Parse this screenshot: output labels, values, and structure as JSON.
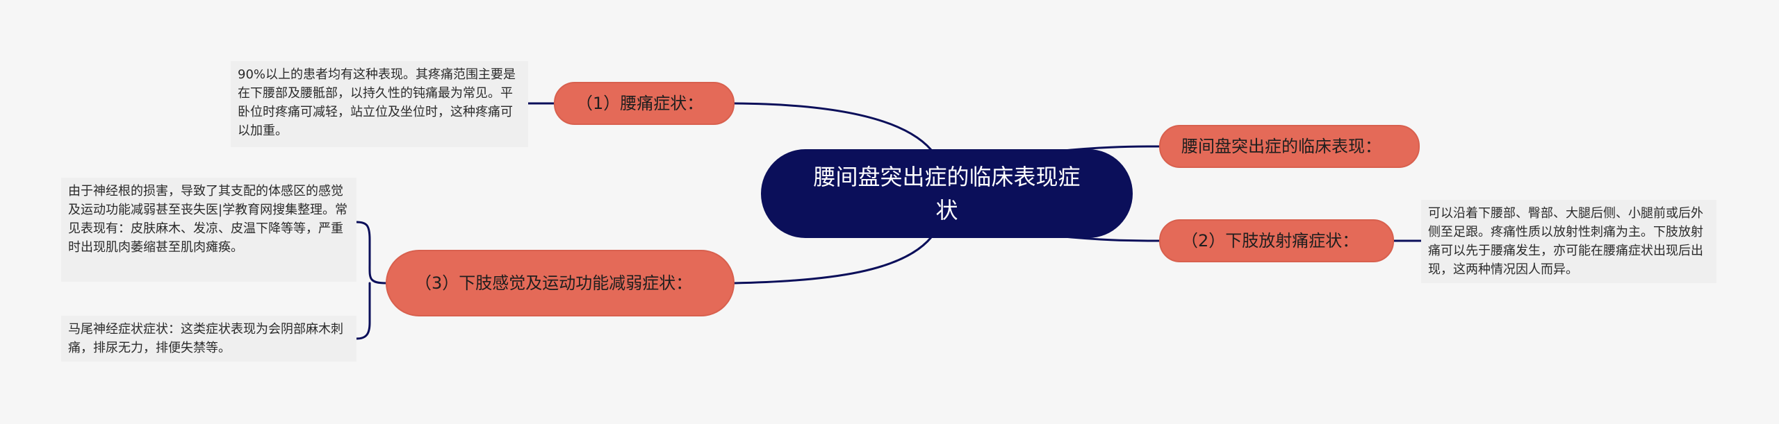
{
  "colors": {
    "background": "#f6f6f6",
    "root_fill": "#0b0f5a",
    "branch_fill": "#e46a58",
    "leaf_fill": "#efefef",
    "connector": "#0b0f5a"
  },
  "root": {
    "label": "腰间盘突出症的临床表现症状"
  },
  "branches": {
    "clinical": {
      "label": "腰间盘突出症的临床表现："
    },
    "pain": {
      "label": "（1）腰痛症状：",
      "detail": "90%以上的患者均有这种表现。其疼痛范围主要是在下腰部及腰骶部，以持久性的钝痛最为常见。平卧位时疼痛可减轻，站立位及坐位时，这种疼痛可以加重。"
    },
    "radiating": {
      "label": "（2）下肢放射痛症状：",
      "detail": "可以沿着下腰部、臀部、大腿后侧、小腿前或后外侧至足跟。疼痛性质以放射性刺痛为主。下肢放射痛可以先于腰痛发生，亦可能在腰痛症状出现后出现，这两种情况因人而异。"
    },
    "sensory": {
      "label": "（3）下肢感觉及运动功能减弱症状：",
      "details": [
        "由于神经根的损害，导致了其支配的体感区的感觉及运动功能减弱甚至丧失医|学教育网搜集整理。常见表现有：皮肤麻木、发凉、皮温下降等等，严重时出现肌肉萎缩甚至肌肉瘫痪。",
        "马尾神经症状症状：这类症状表现为会阴部麻木刺痛，排尿无力，排便失禁等。"
      ]
    }
  }
}
